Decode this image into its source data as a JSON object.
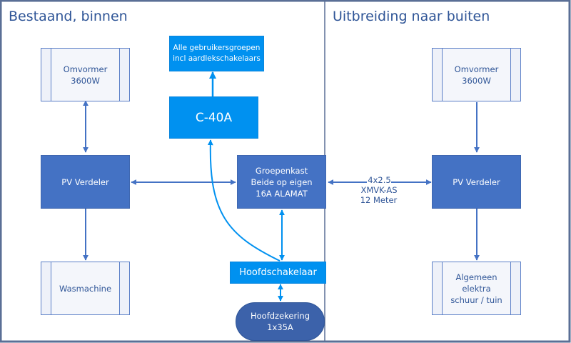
{
  "panes": {
    "left": {
      "title": "Bestaand, binnen"
    },
    "right": {
      "title": "Uitbreiding naar buiten"
    }
  },
  "nodes": {
    "left_omvormer": {
      "label": "Omvormer\n3600W",
      "shape": "predefined-process"
    },
    "left_pv_verdeler": {
      "label": "PV Verdeler",
      "shape": "process"
    },
    "wasmachine": {
      "label": "Wasmachine",
      "shape": "predefined-process"
    },
    "gebruikersgroepen": {
      "label": "Alle gebruikersgroepen\nincl aardlekschakelaars",
      "shape": "process"
    },
    "c40a": {
      "label": "C-40A",
      "shape": "process"
    },
    "groepenkast": {
      "label": "Groepenkast\nBeide op eigen\n16A ALAMAT",
      "shape": "process"
    },
    "hoofdschakelaar": {
      "label": "Hoofdschakelaar",
      "shape": "process"
    },
    "hoofdzekering": {
      "label": "Hoofdzekering\n1x35A",
      "shape": "terminator"
    },
    "right_omvormer": {
      "label": "Omvormer\n3600W",
      "shape": "predefined-process"
    },
    "right_pv_verdeler": {
      "label": "PV Verdeler",
      "shape": "process"
    },
    "algemeen_elektra": {
      "label": "Algemeen\nelektra\nschuur / tuin",
      "shape": "predefined-process"
    }
  },
  "cable_label": "4x2.5\nXMVK-AS\n12 Meter",
  "connections": [
    {
      "from": "left_omvormer",
      "to": "left_pv_verdeler",
      "direction": "both"
    },
    {
      "from": "left_pv_verdeler",
      "to": "wasmachine",
      "direction": "forward"
    },
    {
      "from": "left_pv_verdeler",
      "to": "groepenkast",
      "direction": "both"
    },
    {
      "from": "c40a",
      "to": "gebruikersgroepen",
      "direction": "forward"
    },
    {
      "from": "hoofdschakelaar",
      "to": "c40a",
      "direction": "forward",
      "style": "curved"
    },
    {
      "from": "hoofdschakelaar",
      "to": "groepenkast",
      "direction": "both"
    },
    {
      "from": "hoofdschakelaar",
      "to": "hoofdzekering",
      "direction": "both"
    },
    {
      "from": "groepenkast",
      "to": "right_pv_verdeler",
      "direction": "both",
      "label": "4x2.5 XMVK-AS 12 Meter"
    },
    {
      "from": "right_omvormer",
      "to": "right_pv_verdeler",
      "direction": "forward"
    },
    {
      "from": "right_pv_verdeler",
      "to": "algemeen_elektra",
      "direction": "forward"
    }
  ],
  "colors": {
    "frame": "#5a6f96",
    "dark_blue": "#4472c4",
    "bright_blue": "#0091f0",
    "terminator": "#3c62aa",
    "text_blue": "#2f5597"
  }
}
